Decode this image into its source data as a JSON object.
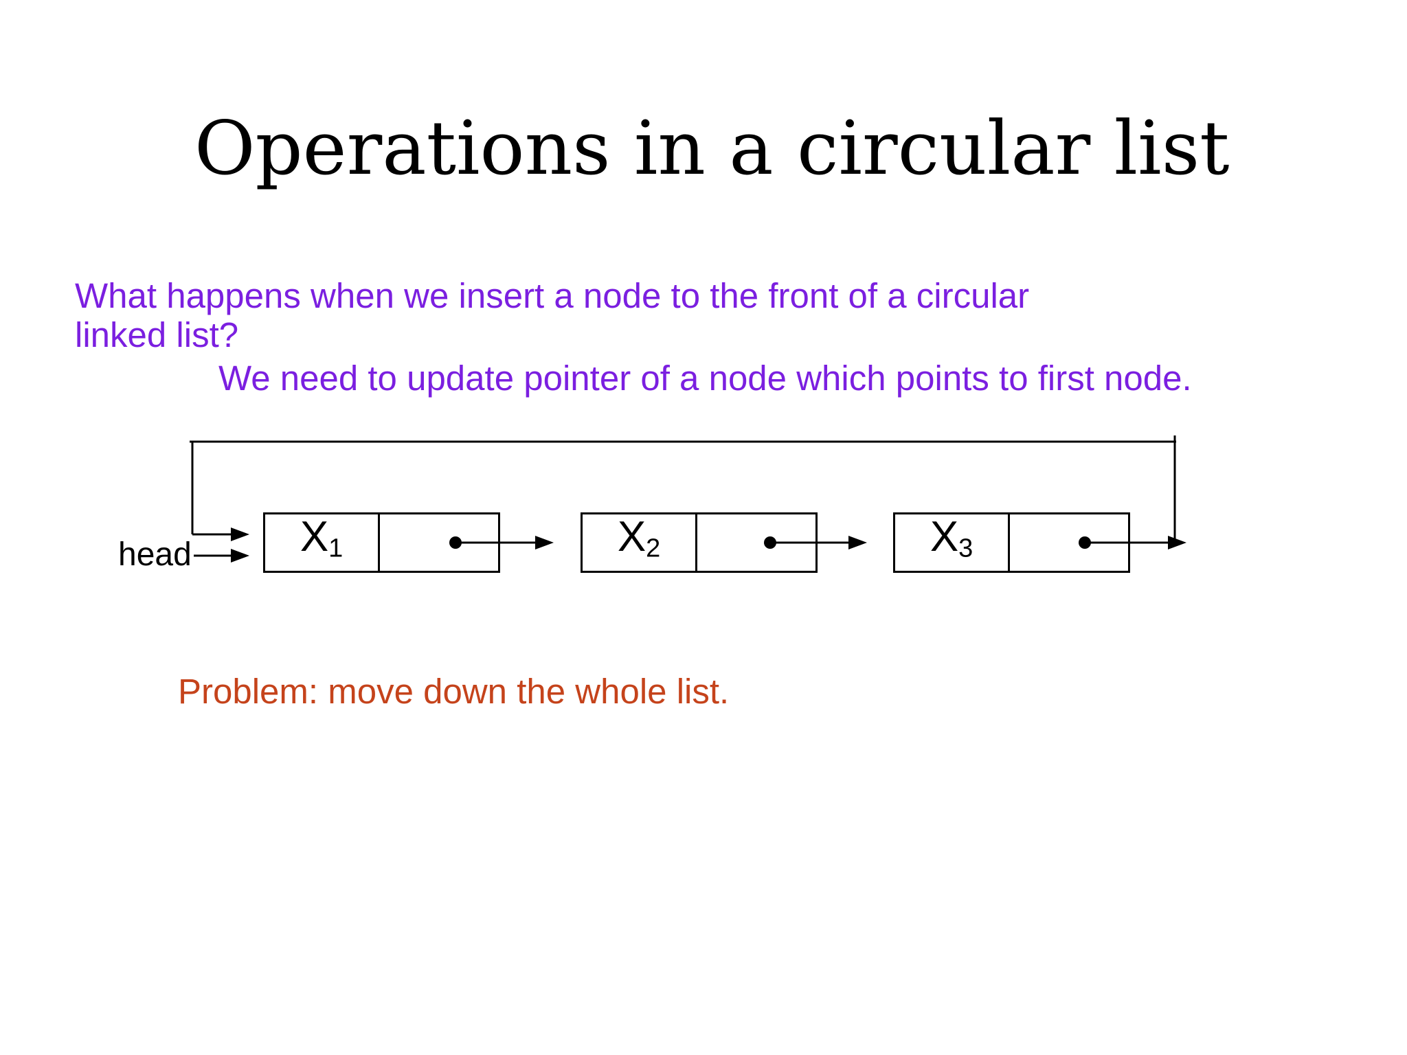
{
  "slide": {
    "title": "Operations in a circular list",
    "question_line1": "What happens when we insert a node to the front of a circular",
    "question_line2": "linked list?",
    "note": "We need to update pointer of a node which points to first node.",
    "problem": "Problem: move down the whole list."
  },
  "diagram": {
    "head_label": "head",
    "nodes": [
      {
        "label": "X",
        "sub": "1"
      },
      {
        "label": "X",
        "sub": "2"
      },
      {
        "label": "X",
        "sub": "3"
      }
    ]
  },
  "colors": {
    "title": "#000000",
    "question": "#7B1FE0",
    "problem": "#C5431B",
    "line": "#000000"
  }
}
